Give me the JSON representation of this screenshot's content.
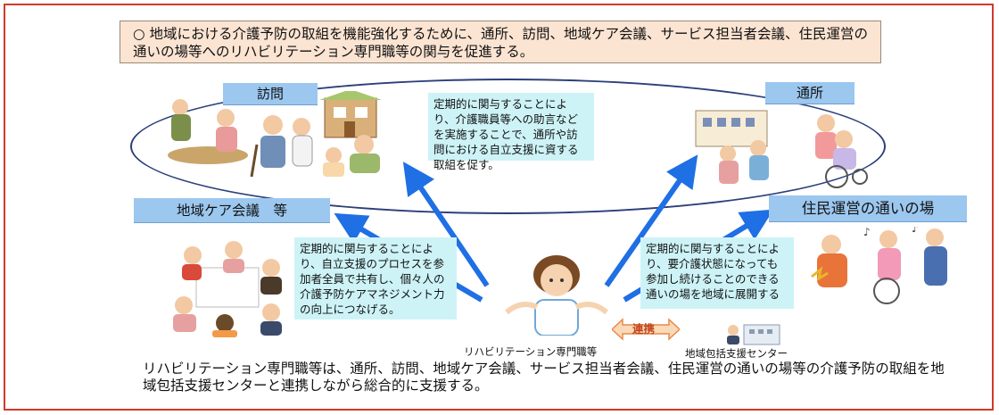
{
  "banner": "○ 地域における介護予防の取組を機能強化するために、通所、訪問、地域ケア会議、サービス担当者会議、住民運営の通いの場等へのリハビリテーション専門職等の関与を促進する。",
  "labels": {
    "houmon": "訪問",
    "tsusho": "通所",
    "chiiki": "地域ケア会議　等",
    "jumin": "住民運営の通いの場"
  },
  "notes": {
    "top": "定期的に関与することにより、介護職員等への助言などを実施することで、通所や訪問における自立支援に資する取組を促す。",
    "left": "定期的に関与することにより、自立支援のプロセスを参加者全員で共有し、個々人の介護予防ケアマネジメント力の向上につなげる。",
    "right": "定期的に関与することにより、要介護状態になっても参加し続けることのできる通いの場を地域に展開する"
  },
  "center_caption": "リハビリテーション専門職等",
  "link_label": "連携",
  "center_caption2": "地域包括支援センター",
  "bottom_text": "リハビリテーション専門職等は、通所、訪問、地域ケア会議、サービス担当者会議、住民運営の通いの場等の介護予防の取組を地域包括支援センターと連携しながら総合的に支援する。",
  "colors": {
    "arrow": "#1f6fe5",
    "label_bg": "#9cc7ef",
    "note_bg": "#cdf3f7",
    "banner_bg": "#fbe4d2",
    "frame": "#d23a2a"
  }
}
